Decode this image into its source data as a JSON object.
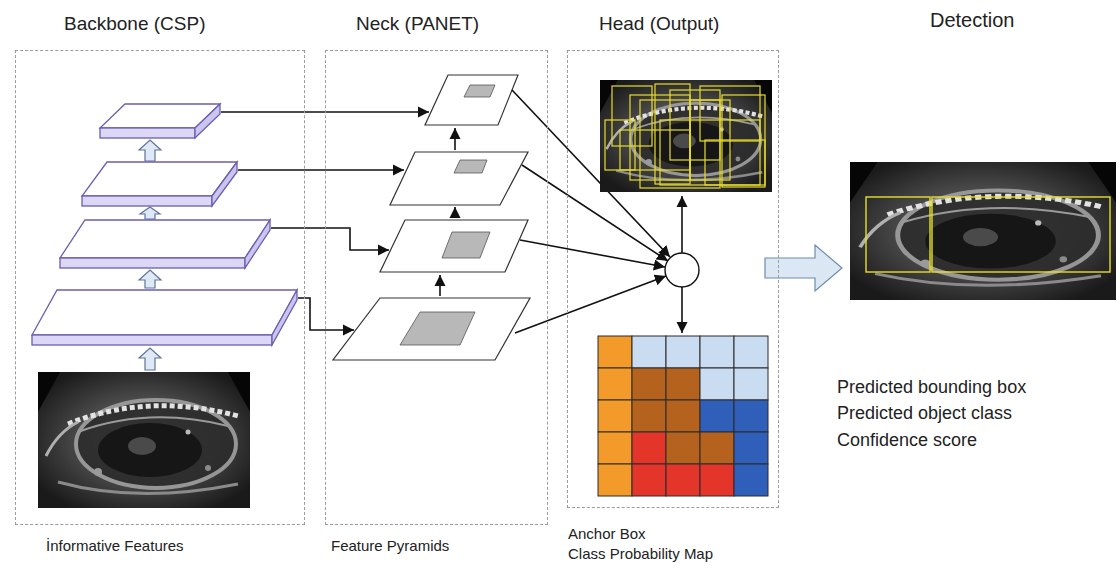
{
  "diagram": {
    "nodes": [
      {
        "text": [
          "Backbone (CSP)",
          "İnformative Features"
        ]
      },
      {
        "text": [
          "Neck (PANET)",
          "Feature Pyramids"
        ]
      },
      {
        "text": [
          "Head (Output)",
          "Anchor Box",
          "Class Probability Map"
        ]
      }
    ],
    "labels": [
      "Detection",
      "Predicted bounding box",
      "Predicted object class",
      "Confidence score"
    ]
  }
}
